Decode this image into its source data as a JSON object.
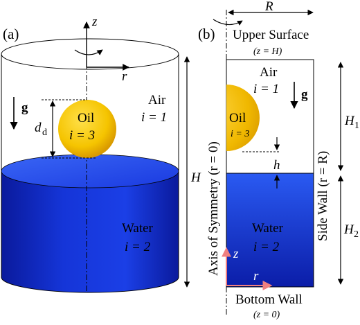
{
  "panel_a": {
    "label": "(a)",
    "axis_z": "z",
    "axis_r": "r",
    "gravity": "g",
    "air_name": "Air",
    "air_index": "i = 1",
    "oil_name": "Oil",
    "oil_index": "i = 3",
    "droplet_diameter": "d",
    "droplet_diameter_sub": "d",
    "height": "H",
    "water_name": "Water",
    "water_index": "i = 2"
  },
  "panel_b": {
    "label": "(b)",
    "radius": "R",
    "upper_surface": "Upper Surface",
    "upper_surface_eq": "(z = H)",
    "air_name": "Air",
    "air_index": "i = 1",
    "gravity": "g",
    "oil_name": "Oil",
    "oil_index": "i = 3",
    "gap": "h",
    "h1": "H",
    "h1_sub": "1",
    "h2": "H",
    "h2_sub": "2",
    "axis_symmetry": "Axis of Symmetry (r = 0)",
    "side_wall": "Side Wall (r = R)",
    "water_name": "Water",
    "water_index": "i = 2",
    "axis_z": "z",
    "axis_r": "r",
    "bottom_wall": "Bottom Wall",
    "bottom_wall_eq": "(z = 0)"
  },
  "colors": {
    "water_dark": "#0c1fb0",
    "water_light": "#2b5cf2",
    "oil_yellow": "#f5c400",
    "axis_arrow_salmon": "#f08080"
  }
}
